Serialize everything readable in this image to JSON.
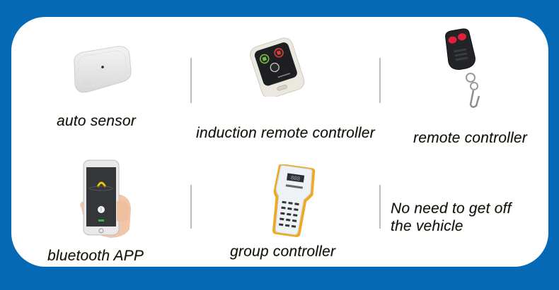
{
  "colors": {
    "background_blue": "#0669b6",
    "panel": "#ffffff",
    "divider": "#bdbdbd",
    "text": "#111111"
  },
  "items": [
    {
      "label": "auto sensor",
      "icon": "auto-sensor-device"
    },
    {
      "label": "induction remote controller",
      "icon": "induction-remote-device"
    },
    {
      "label": "remote controller",
      "icon": "keyfob-remote-device"
    },
    {
      "label": "bluetooth APP",
      "icon": "smartphone-app-device"
    },
    {
      "label": "group controller",
      "icon": "group-controller-device"
    }
  ],
  "note": {
    "line1": "No need to get off",
    "line2": "the vehicle"
  }
}
